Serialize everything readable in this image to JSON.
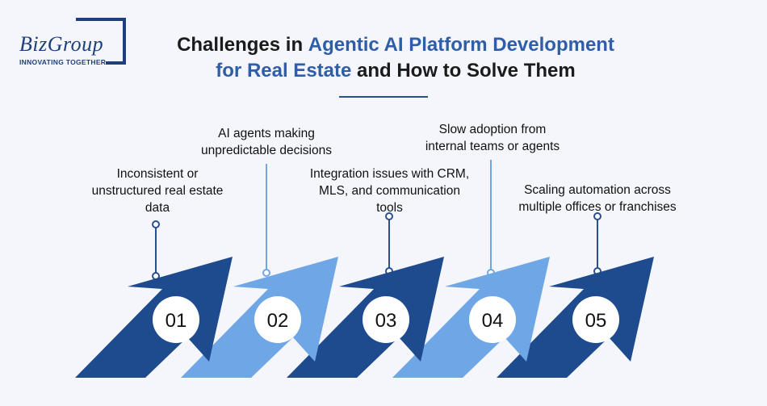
{
  "logo": {
    "name": "BizGroup",
    "tagline": "INNOVATING TOGETHER"
  },
  "title": {
    "part1": "Challenges in ",
    "highlight1": "Agentic AI Platform Development",
    "highlight2": "for Real Estate",
    "part2": " and How to Solve Them"
  },
  "steps": [
    {
      "number": "01",
      "text_line1": "Inconsistent or",
      "text_line2": "unstructured real estate",
      "text_line3": "data",
      "color": "#1e4a8e"
    },
    {
      "number": "02",
      "text_line1": "AI agents making",
      "text_line2": "unpredictable decisions",
      "text_line3": "",
      "color": "#6fa6e6"
    },
    {
      "number": "03",
      "text_line1": "Integration issues with CRM,",
      "text_line2": "MLS, and communication",
      "text_line3": "tools",
      "color": "#1e4a8e"
    },
    {
      "number": "04",
      "text_line1": "Slow adoption from",
      "text_line2": "internal teams or agents",
      "text_line3": "",
      "color": "#6fa6e6"
    },
    {
      "number": "05",
      "text_line1": "Scaling automation across",
      "text_line2": "multiple offices or franchises",
      "text_line3": "",
      "color": "#1e4a8e"
    }
  ],
  "colors": {
    "dark_blue": "#1e4a8e",
    "light_blue": "#6fa6e6",
    "connector": "#2a4f8f",
    "background": "#f4f6fb"
  }
}
